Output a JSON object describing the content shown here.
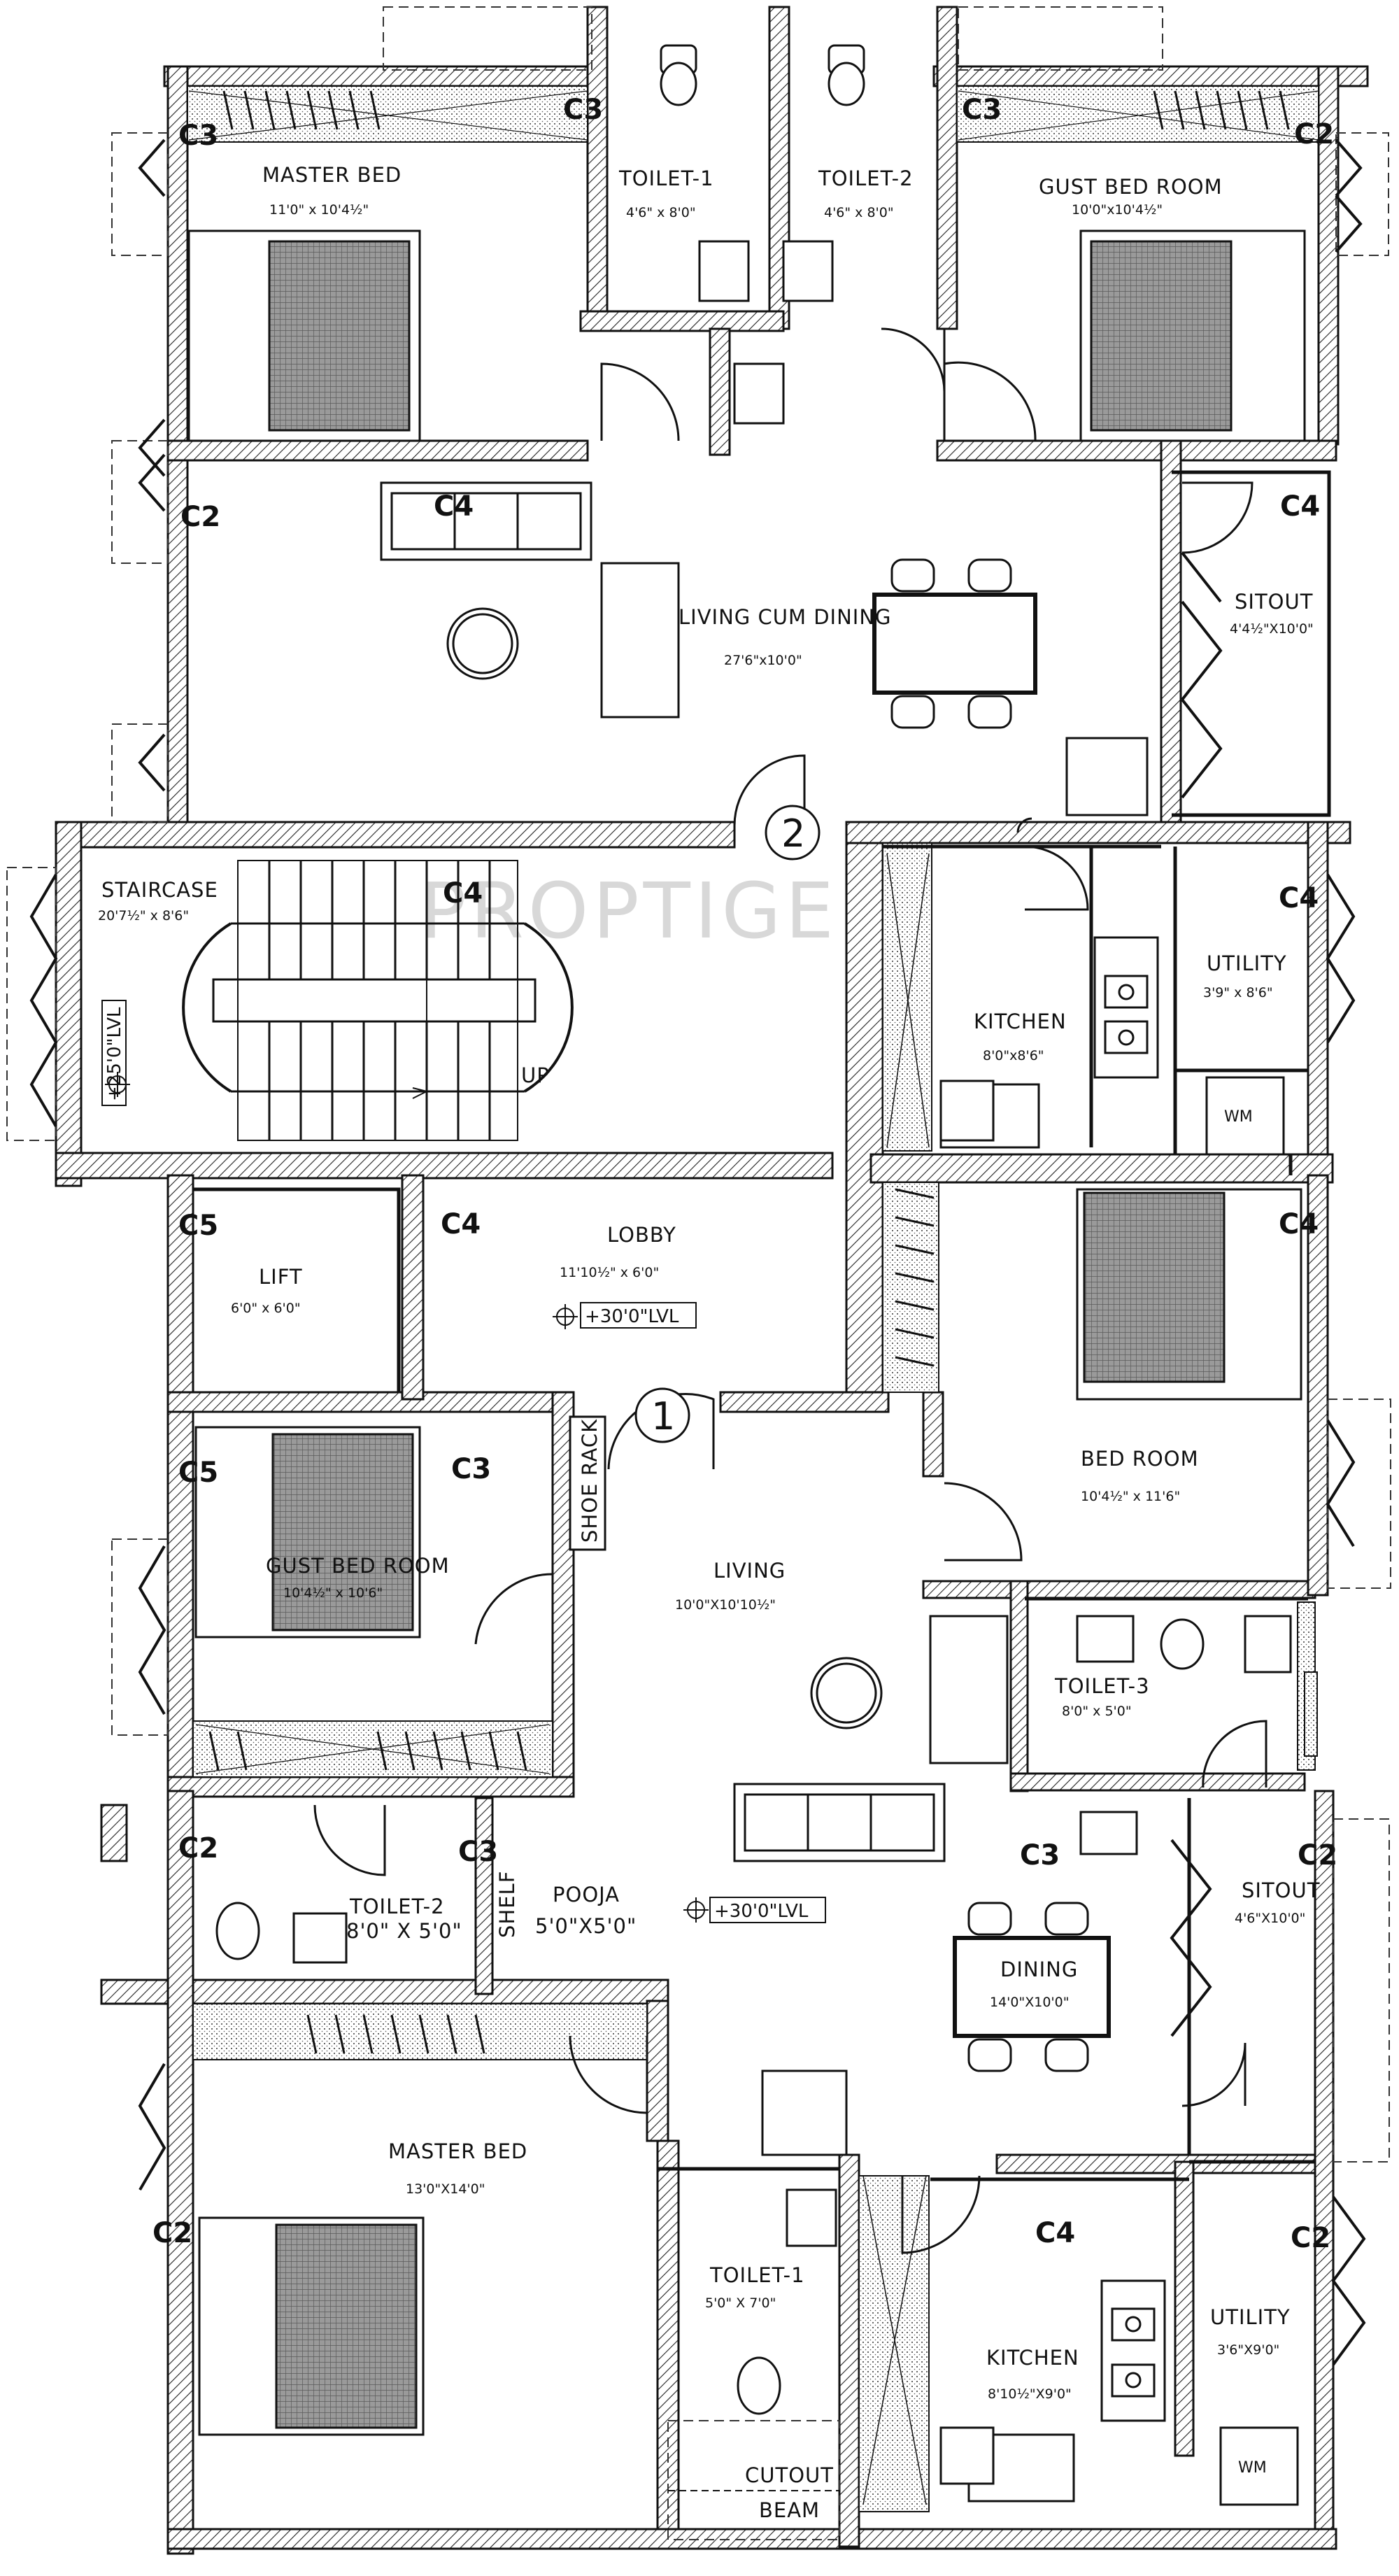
{
  "watermark": "PROPTIGER",
  "columns": {
    "C2": "C2",
    "C3": "C3",
    "C4": "C4",
    "C5": "C5"
  },
  "unit_numbers": {
    "unit1": "1",
    "unit2": "2"
  },
  "rooms": {
    "master_bed_top": {
      "name": "MASTER BED",
      "dim": "11'0\" x 10'4½\""
    },
    "toilet1_top": {
      "name": "TOILET-1",
      "dim": "4'6\" x 8'0\""
    },
    "toilet2_top": {
      "name": "TOILET-2",
      "dim": "4'6\" x 8'0\""
    },
    "guest_bed_top": {
      "name": "GUST BED ROOM",
      "dim": "10'0\"x10'4½\""
    },
    "living_dining_top": {
      "name": "LIVING CUM DINING",
      "dim": "27'6\"x10'0\""
    },
    "sitout_top": {
      "name": "SITOUT",
      "dim": "4'4½\"X10'0\""
    },
    "staircase": {
      "name": "STAIRCASE",
      "dim": "20'7½\" x 8'6\"",
      "level": "+25'0\"LVL",
      "up": "UP"
    },
    "kitchen_top": {
      "name": "KITCHEN",
      "dim": "8'0\"x8'6\""
    },
    "utility_top": {
      "name": "UTILITY",
      "dim": "3'9\" x 8'6\""
    },
    "lobby": {
      "name": "LOBBY",
      "dim": "11'10½\" x 6'0\"",
      "level": "+30'0\"LVL"
    },
    "lift": {
      "name": "LIFT",
      "dim": "6'0\" x 6'0\""
    },
    "bed_room_mid": {
      "name": "BED ROOM",
      "dim": "10'4½\" x 11'6\""
    },
    "shoe_rack": {
      "name": "SHOE RACK"
    },
    "guest_bed_bottom": {
      "name": "GUST BED ROOM",
      "dim": "10'4½\" x 10'6\""
    },
    "living_bottom": {
      "name": "LIVING",
      "dim": "10'0\"X10'10½\""
    },
    "toilet3": {
      "name": "TOILET-3",
      "dim": "8'0\" x 5'0\""
    },
    "toilet2_bottom": {
      "name": "TOILET-2",
      "dim": "8'0\" X 5'0\""
    },
    "shelf": {
      "name": "SHELF"
    },
    "pooja": {
      "name": "POOJA",
      "dim": "5'0\"X5'0\""
    },
    "level_bottom": {
      "level": "+30'0\"LVL"
    },
    "dining_bottom": {
      "name": "DINING",
      "dim": "14'0\"X10'0\""
    },
    "sitout_bottom": {
      "name": "SITOUT",
      "dim": "4'6\"X10'0\""
    },
    "master_bed_bottom": {
      "name": "MASTER BED",
      "dim": "13'0\"X14'0\""
    },
    "toilet1_bottom": {
      "name": "TOILET-1",
      "dim": "5'0\" X 7'0\""
    },
    "kitchen_bottom": {
      "name": "KITCHEN",
      "dim": "8'10½\"X9'0\""
    },
    "utility_bottom": {
      "name": "UTILITY",
      "dim": "3'6\"X9'0\""
    },
    "cutout": {
      "name": "CUTOUT",
      "sub": "BEAM"
    }
  },
  "appliances": {
    "washing_machine": "WM"
  }
}
